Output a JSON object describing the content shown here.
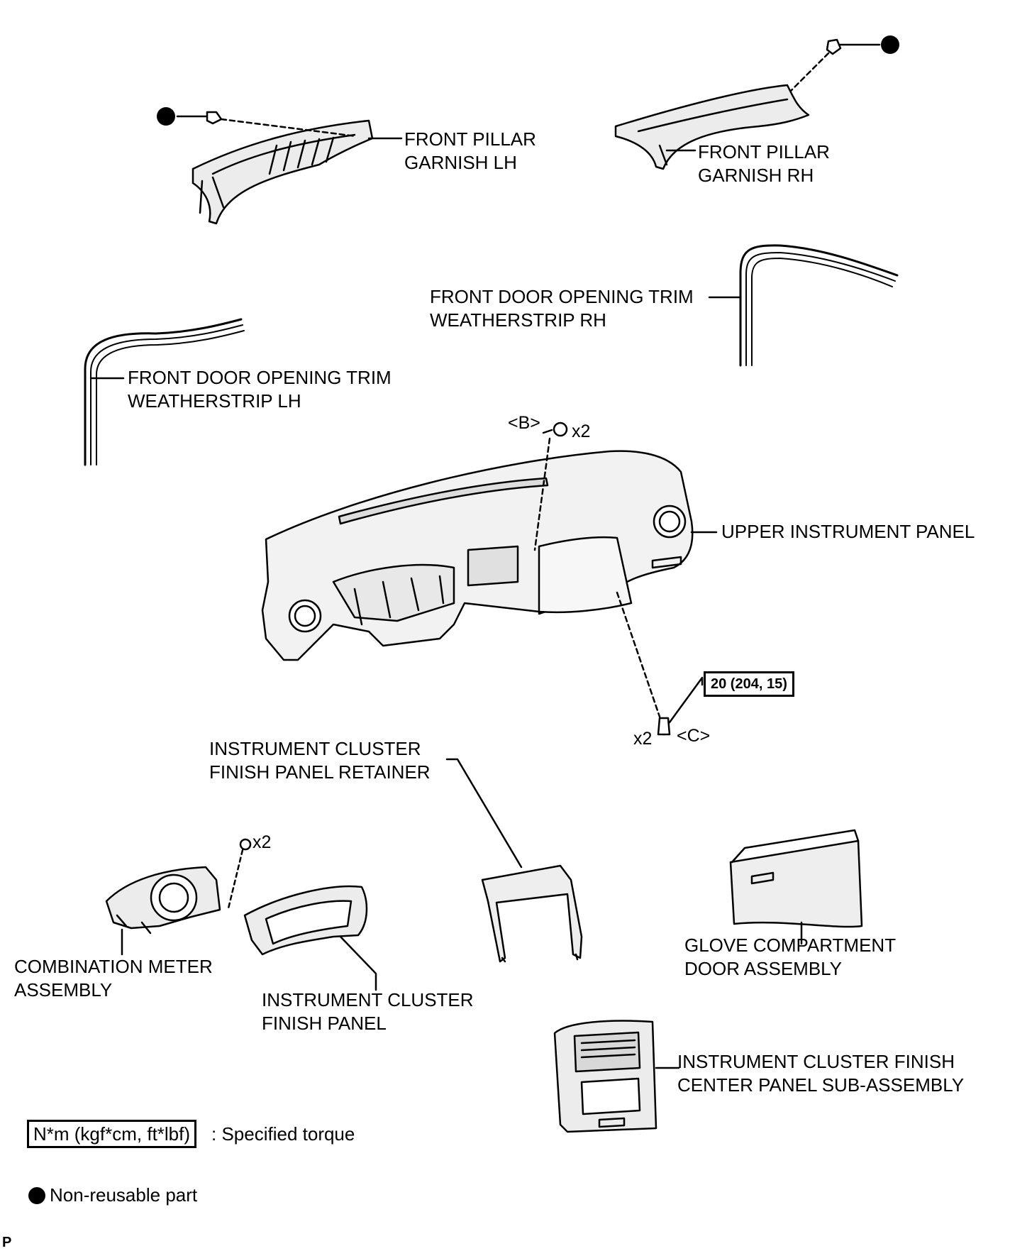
{
  "parts": {
    "front_pillar_garnish_lh": [
      "FRONT PILLAR",
      "GARNISH LH"
    ],
    "front_pillar_garnish_rh": [
      "FRONT PILLAR",
      "GARNISH RH"
    ],
    "weatherstrip_rh": [
      "FRONT DOOR OPENING TRIM",
      "WEATHERSTRIP RH"
    ],
    "weatherstrip_lh": [
      "FRONT DOOR OPENING TRIM",
      "WEATHERSTRIP LH"
    ],
    "upper_instrument_panel": "UPPER INSTRUMENT PANEL",
    "cluster_retainer": [
      "INSTRUMENT CLUSTER",
      "FINISH PANEL RETAINER"
    ],
    "combination_meter": [
      "COMBINATION METER",
      "ASSEMBLY"
    ],
    "cluster_finish_panel": [
      "INSTRUMENT CLUSTER",
      "FINISH PANEL"
    ],
    "glove_compartment": [
      "GLOVE COMPARTMENT",
      "DOOR ASSEMBLY"
    ],
    "center_panel": [
      "INSTRUMENT CLUSTER FINISH",
      "CENTER PANEL SUB-ASSEMBLY"
    ]
  },
  "fasteners": {
    "b_tag": "<B>",
    "b_qty": "x2",
    "c_tag": "<C>",
    "c_qty": "x2",
    "meter_qty": "x2",
    "torque": "20 (204, 15)"
  },
  "legend": {
    "torque_box": "N*m (kgf*cm, ft*lbf)",
    "torque_text": ": Specified torque",
    "non_reusable": "Non-reusable part"
  },
  "corner_mark": "P"
}
